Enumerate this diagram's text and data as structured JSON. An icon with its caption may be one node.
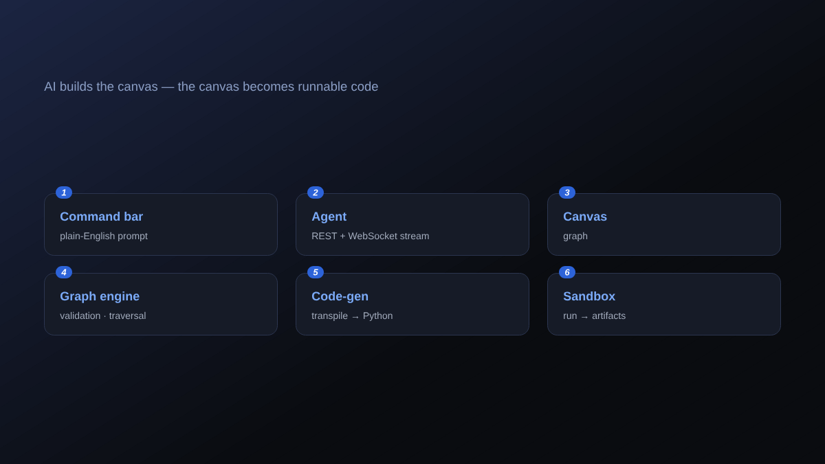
{
  "diagram": {
    "nodes": [
      {
        "text": [
          "Command bar",
          "plain-English prompt"
        ],
        "beside": [
          "1"
        ]
      },
      {
        "text": [
          "Agent",
          "REST + WebSocket stream"
        ],
        "beside": [
          "2"
        ]
      },
      {
        "text": [
          "Canvas",
          "graph"
        ],
        "beside": [
          "3"
        ]
      },
      {
        "text": [
          "Graph engine",
          "validation · traversal"
        ],
        "beside": [
          "4"
        ]
      },
      {
        "text": [
          "Code-gen",
          "transpile → Python"
        ],
        "beside": [
          "5"
        ]
      },
      {
        "text": [
          "Sandbox",
          "run → artifacts"
        ],
        "beside": [
          "6"
        ]
      }
    ],
    "labels": [
      "AI builds the canvas — the canvas becomes runnable code"
    ]
  }
}
